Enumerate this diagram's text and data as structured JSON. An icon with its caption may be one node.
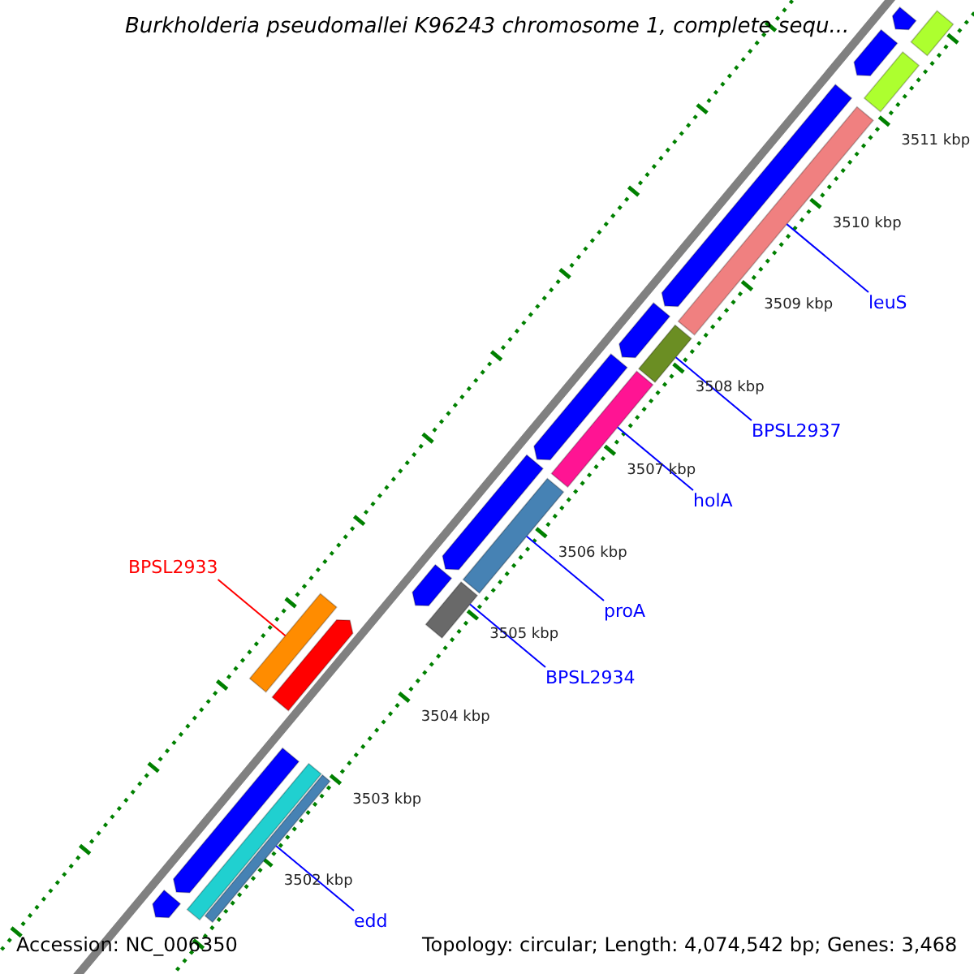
{
  "diagram": {
    "title": "Burkholderia pseudomallei K96243 chromosome 1, complete sequ...",
    "nodes": [
      {
        "text": [
          "BPSL2933"
        ]
      },
      {
        "text": [],
        "shape": "bar"
      },
      {
        "text": [
          "leuS"
        ]
      },
      {
        "text": [],
        "shape": "bar"
      },
      {
        "text": [
          "BPSL2937"
        ]
      },
      {
        "text": [],
        "shape": "bar"
      },
      {
        "text": [
          "holA"
        ]
      },
      {
        "text": [],
        "shape": "bar"
      },
      {
        "text": [
          "proA"
        ]
      },
      {
        "text": [],
        "shape": "bar"
      },
      {
        "text": [
          "BPSL2934"
        ]
      },
      {
        "text": [],
        "shape": "bar"
      },
      {
        "text": [
          "edd"
        ]
      },
      {
        "text": [],
        "shape": "bar"
      },
      {
        "text": [],
        "shape": "bar"
      },
      {
        "text": [],
        "shape": "bar"
      },
      {
        "text": [],
        "shape": "bar"
      },
      {
        "text": [],
        "shape": "bar"
      },
      {
        "text": [],
        "shape": "bar"
      },
      {
        "text": [],
        "shape": "bar"
      },
      {
        "text": [],
        "shape": "bar"
      },
      {
        "text": [],
        "shape": "bar"
      },
      {
        "text": [],
        "shape": "bar"
      },
      {
        "text": [],
        "shape": "bar"
      },
      {
        "text": [],
        "shape": "bar"
      },
      {
        "text": [],
        "shape": "bar"
      },
      {
        "text": [],
        "shape": "bar"
      }
    ],
    "edges": [
      {
        "from": 0,
        "to": 1,
        "arrow": "none",
        "color": "#ff0000"
      },
      {
        "from": 2,
        "to": 3,
        "arrow": "none"
      },
      {
        "from": 4,
        "to": 5,
        "arrow": "none"
      },
      {
        "from": 6,
        "to": 7,
        "arrow": "none"
      },
      {
        "from": 8,
        "to": 9,
        "arrow": "none"
      },
      {
        "from": 10,
        "to": 11,
        "arrow": "none"
      },
      {
        "from": 12,
        "to": 13,
        "arrow": "none"
      }
    ],
    "labels": [
      "3511 kbp",
      "3510 kbp",
      "3509 kbp",
      "3508 kbp",
      "3507 kbp",
      "3506 kbp",
      "3505 kbp",
      "3504 kbp",
      "3503 kbp",
      "3502 kbp",
      "Accession: NC_006350",
      "Topology: circular; Length: 4,074,542 bp; Genes: 3,468"
    ]
  }
}
